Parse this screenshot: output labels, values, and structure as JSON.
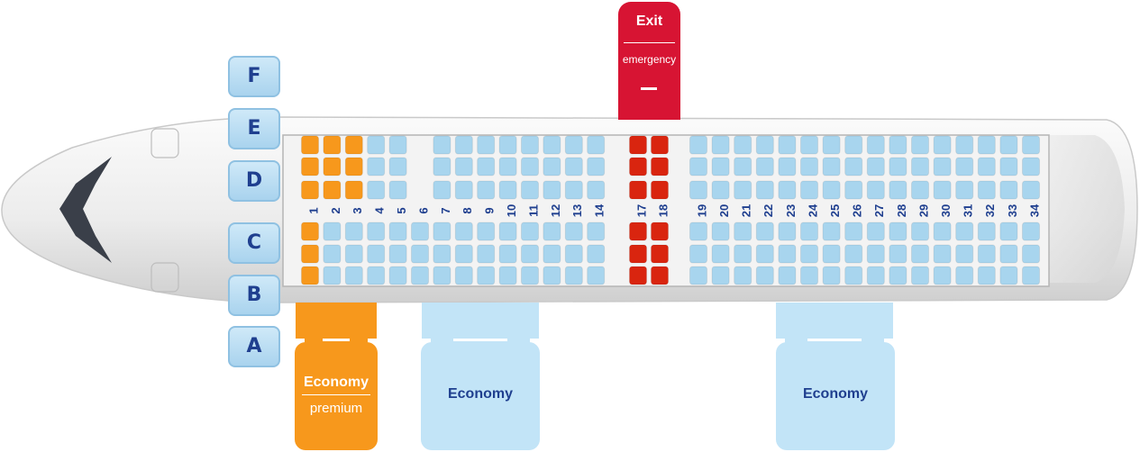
{
  "seat_letters": [
    "F",
    "E",
    "D",
    "C",
    "B",
    "A"
  ],
  "rows": [
    "1",
    "2",
    "3",
    "4",
    "5",
    "6",
    "7",
    "8",
    "9",
    "10",
    "11",
    "12",
    "13",
    "14",
    "17",
    "18",
    "19",
    "20",
    "21",
    "22",
    "23",
    "24",
    "25",
    "26",
    "27",
    "28",
    "29",
    "30",
    "31",
    "32",
    "33",
    "34"
  ],
  "exit_tag": {
    "title": "Exit",
    "subtitle": "emergency"
  },
  "class_tags": {
    "premium": {
      "title": "Economy",
      "subtitle": "premium"
    },
    "economy_front": {
      "title": "Economy"
    },
    "economy_rear": {
      "title": "Economy"
    }
  },
  "colors": {
    "premium": "#f7981c",
    "economy_tag": "#c2e4f7",
    "economy_seat": "#a8d5ee",
    "exit_seat": "#d9250f",
    "exit_tag": "#d71433",
    "row_number": "#1f3f8f"
  },
  "seat_map": {
    "premium_rows": [
      "1",
      "2",
      "3"
    ],
    "premium_seats_row_1": [
      "F",
      "E",
      "D",
      "C",
      "B",
      "A"
    ],
    "premium_seats_row_2": [
      "F",
      "E",
      "D"
    ],
    "premium_seats_row_3": [
      "F",
      "E",
      "D"
    ],
    "exit_rows": [
      "17",
      "18"
    ],
    "rows_without_def_seats": [
      "6"
    ]
  }
}
